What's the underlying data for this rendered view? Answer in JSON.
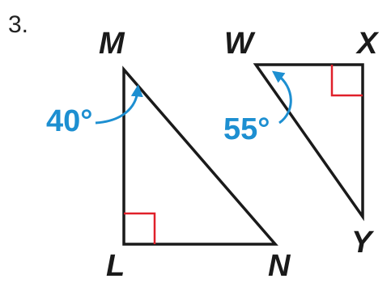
{
  "problem": {
    "number": "3."
  },
  "triangle_lmn": {
    "vertices": {
      "top": "M",
      "bottom_left": "L",
      "bottom_right": "N"
    },
    "angle_label": "40°",
    "right_angle_at": "L"
  },
  "triangle_wxy": {
    "vertices": {
      "top_left": "W",
      "top_right": "X",
      "bottom": "Y"
    },
    "angle_label": "55°",
    "right_angle_at": "X"
  },
  "colors": {
    "lines": "#1a1a1a",
    "right_angle_marker": "#e0202a",
    "angle_annotation": "#1d8fd1"
  }
}
